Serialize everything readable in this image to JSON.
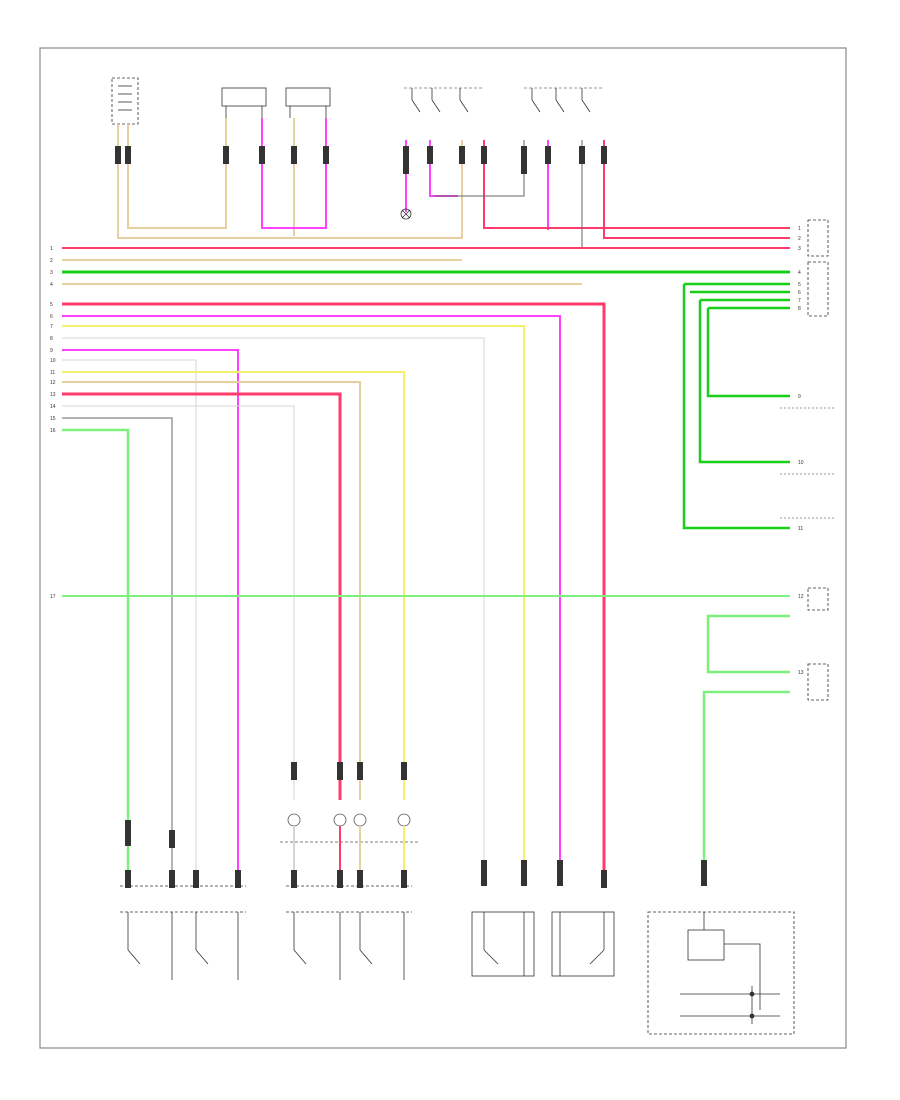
{
  "diagram": {
    "frame_label": "",
    "colors": {
      "pink": "#ff3b6b",
      "magenta": "#ff40ff",
      "green": "#17d017",
      "light_green": "#7df07d",
      "tan": "#e8cfa0",
      "yellow": "#f5f06a",
      "orange": "#f0b030",
      "gray": "#9a9a9a",
      "light_gray": "#d6d6d6",
      "black": "#111111",
      "frame": "#888888"
    },
    "left_connector_numbers": [
      "1",
      "2",
      "3",
      "4",
      "5",
      "6",
      "7",
      "8",
      "9",
      "10",
      "11",
      "12",
      "13",
      "14",
      "15",
      "16",
      "17"
    ],
    "right_connector_numbers": [
      "1",
      "2",
      "3",
      "4",
      "5",
      "6",
      "7",
      "8",
      "9",
      "10",
      "11",
      "12",
      "13"
    ],
    "components": {
      "top_bar_1": "",
      "top_bar_2": "",
      "top_bar_3": "",
      "top_bar_4": "",
      "top_bar_5": "",
      "center_lamp": "",
      "right_module_1": "",
      "right_module_2": "",
      "right_module_3": "",
      "right_module_4": "",
      "right_module_5": "",
      "bottom_switch_group_1": "",
      "bottom_switch_group_2": "",
      "bottom_switch_3": "",
      "bottom_switch_4": "",
      "bottom_right_module": ""
    }
  }
}
